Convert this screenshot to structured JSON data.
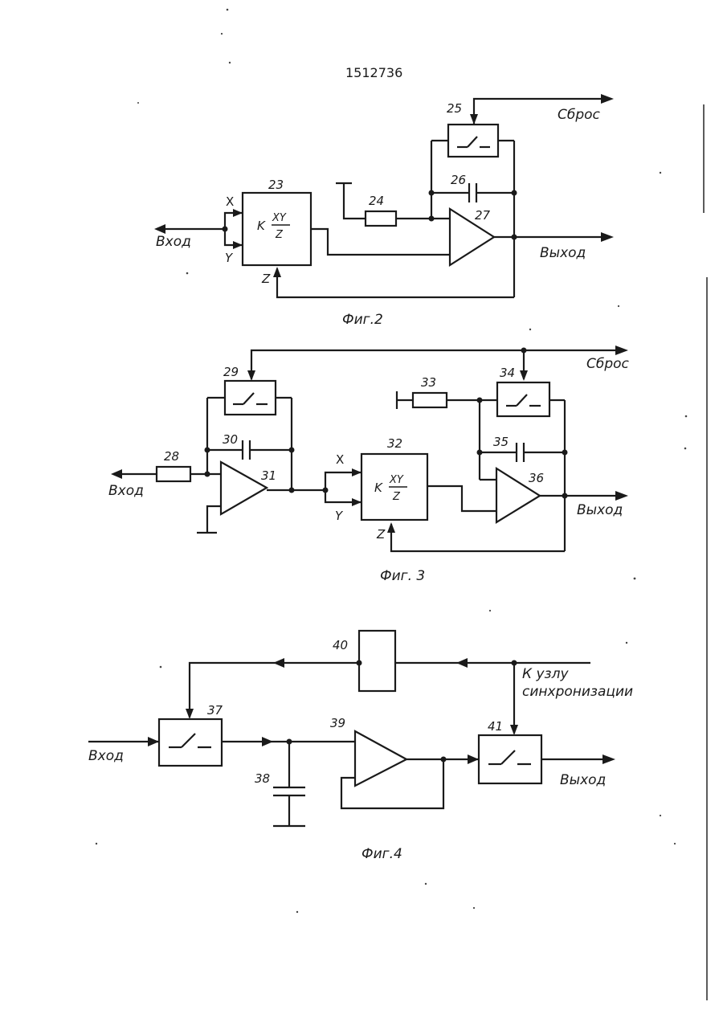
{
  "document_number": "1512736",
  "common": {
    "input_label": "Вход",
    "output_label": "Выход",
    "reset_label": "Сброс",
    "mult_div_prefix": "K",
    "mult_div_numerator": "XY",
    "mult_div_denominator": "Z",
    "port_x": "X",
    "port_y": "Y",
    "port_z": "Z"
  },
  "fig2": {
    "caption": "Фиг.2",
    "refs": {
      "switch": "25",
      "capacitor": "26",
      "opamp": "27",
      "multiplier": "23",
      "resistor": "24"
    }
  },
  "fig3": {
    "caption": "Фиг. 3",
    "refs": {
      "resistor_in": "28",
      "switch_1": "29",
      "capacitor_1": "30",
      "opamp_1": "31",
      "multiplier": "32",
      "resistor_2": "33",
      "switch_2": "34",
      "capacitor_2": "35",
      "opamp_2": "36"
    }
  },
  "fig4": {
    "caption": "Фиг.4",
    "sync_label_line1": "К узлу",
    "sync_label_line2": "синхронизации",
    "refs": {
      "switch_in": "37",
      "capacitor": "38",
      "buffer": "39",
      "block": "40",
      "switch_out": "41"
    }
  }
}
